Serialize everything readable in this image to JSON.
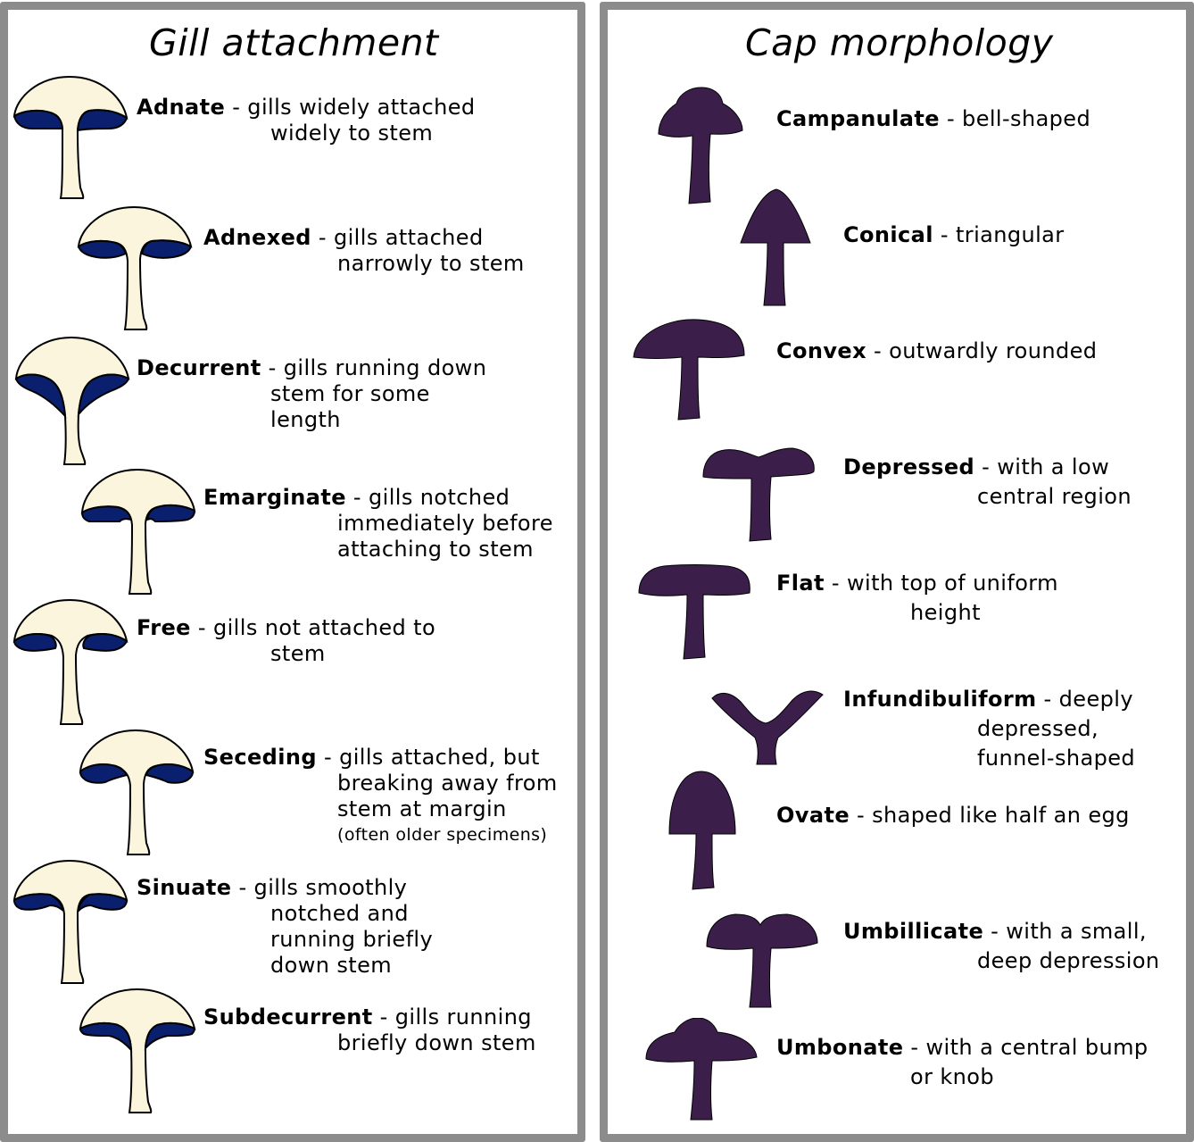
{
  "gill_panel": {
    "title": "Gill attachment",
    "items": [
      {
        "term": "Adnate",
        "lines": [
          " - gills widely attached",
          "widely to stem"
        ]
      },
      {
        "term": "Adnexed",
        "lines": [
          " - gills attached",
          "narrowly to stem"
        ]
      },
      {
        "term": "Decurrent",
        "lines": [
          " - gills running down",
          "stem for some",
          "length"
        ]
      },
      {
        "term": "Emarginate",
        "lines": [
          " - gills notched",
          "immediately before",
          "attaching to stem"
        ]
      },
      {
        "term": "Free",
        "lines": [
          " - gills not attached to",
          "stem"
        ]
      },
      {
        "term": "Seceding",
        "lines": [
          " - gills attached, but",
          "breaking away from",
          "stem at margin"
        ],
        "note": "(often older specimens)"
      },
      {
        "term": "Sinuate",
        "lines": [
          " - gills smoothly",
          "notched and",
          "running briefly",
          "down stem"
        ]
      },
      {
        "term": "Subdecurrent",
        "lines": [
          " - gills running",
          "briefly down stem"
        ]
      }
    ]
  },
  "cap_panel": {
    "title": "Cap morphology",
    "items": [
      {
        "term": "Campanulate",
        "lines": [
          " - bell-shaped"
        ]
      },
      {
        "term": "Conical",
        "lines": [
          " - triangular"
        ]
      },
      {
        "term": "Convex",
        "lines": [
          " - outwardly rounded"
        ]
      },
      {
        "term": "Depressed",
        "lines": [
          " - with a low",
          "central region"
        ]
      },
      {
        "term": "Flat",
        "lines": [
          " - with top of uniform",
          "height"
        ]
      },
      {
        "term": "Infundibuliform",
        "lines": [
          " - deeply",
          "depressed,",
          "funnel-shaped"
        ]
      },
      {
        "term": "Ovate",
        "lines": [
          " - shaped like half an egg"
        ]
      },
      {
        "term": "Umbillicate",
        "lines": [
          " - with a small,",
          "deep depression"
        ]
      },
      {
        "term": "Umbonate",
        "lines": [
          " - with a central bump",
          "or knob"
        ]
      }
    ]
  },
  "colors": {
    "panel_border": "#8c8c8c",
    "cap_fill": "#faf5dc",
    "gill_fill": "#0a1f6e",
    "silhouette_fill": "#3b1f4a",
    "outline": "#000000"
  }
}
